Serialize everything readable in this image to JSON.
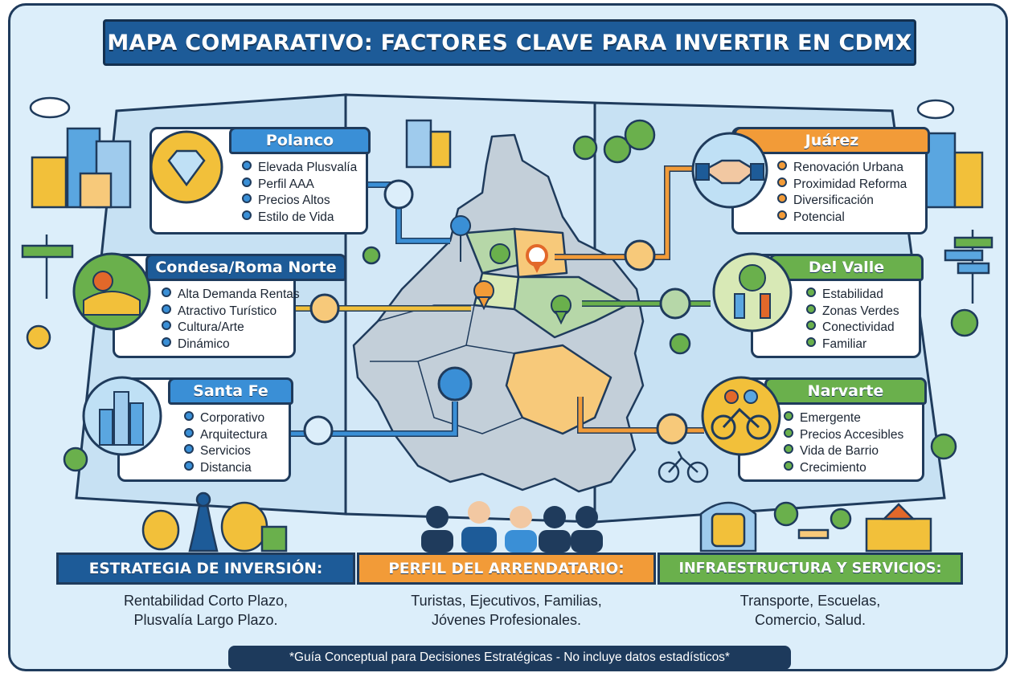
{
  "title": "MAPA COMPARATIVO: FACTORES CLAVE PARA INVERTIR EN CDMX",
  "colors": {
    "blue": "#3a8fd6",
    "orange": "#f29b38",
    "green": "#6ab04c",
    "navy": "#1f3b5c"
  },
  "zones": {
    "polanco": {
      "name": "Polanco",
      "icon": "diamond-icon",
      "items": [
        "Elevada Plusvalía",
        "Perfil AAA",
        "Precios Altos",
        "Estilo de Vida"
      ]
    },
    "condesa": {
      "name": "Condesa/Roma Norte",
      "icon": "park-culture-icon",
      "items": [
        "Alta Demanda Rentas",
        "Atractivo Turístico",
        "Cultura/Arte",
        "Dinámico"
      ]
    },
    "santa_fe": {
      "name": "Santa Fe",
      "icon": "skyscrapers-icon",
      "items": [
        "Corporativo",
        "Arquitectura",
        "Servicios",
        "Distancia"
      ]
    },
    "juarez": {
      "name": "Juárez",
      "icon": "handshake-icon",
      "items": [
        "Renovación Urbana",
        "Proximidad Reforma",
        "Diversificación",
        "Potencial"
      ]
    },
    "del_valle": {
      "name": "Del Valle",
      "icon": "family-park-icon",
      "items": [
        "Estabilidad",
        "Zonas Verdes",
        "Conectividad",
        "Familiar"
      ]
    },
    "narvarte": {
      "name": "Narvarte",
      "icon": "bicycle-people-icon",
      "items": [
        "Emergente",
        "Precios Accesibles",
        "Vida de Barrio",
        "Crecimiento"
      ]
    }
  },
  "sections": {
    "strategy": {
      "title": "ESTRATEGIA DE INVERSIÓN:",
      "lines": [
        "Rentabilidad Corto Plazo,",
        "Plusvalía Largo Plazo."
      ]
    },
    "tenant": {
      "title": "PERFIL DEL ARRENDATARIO:",
      "lines": [
        "Turistas, Ejecutivos, Familias,",
        "Jóvenes Profesionales."
      ]
    },
    "infra": {
      "title": "INFRAESTRUCTURA Y SERVICIOS:",
      "lines": [
        "Transporte, Escuelas,",
        "Comercio, Salud."
      ]
    }
  },
  "footer_note": "*Guía Conceptual para Decisiones Estratégicas - No incluye datos estadísticos*"
}
